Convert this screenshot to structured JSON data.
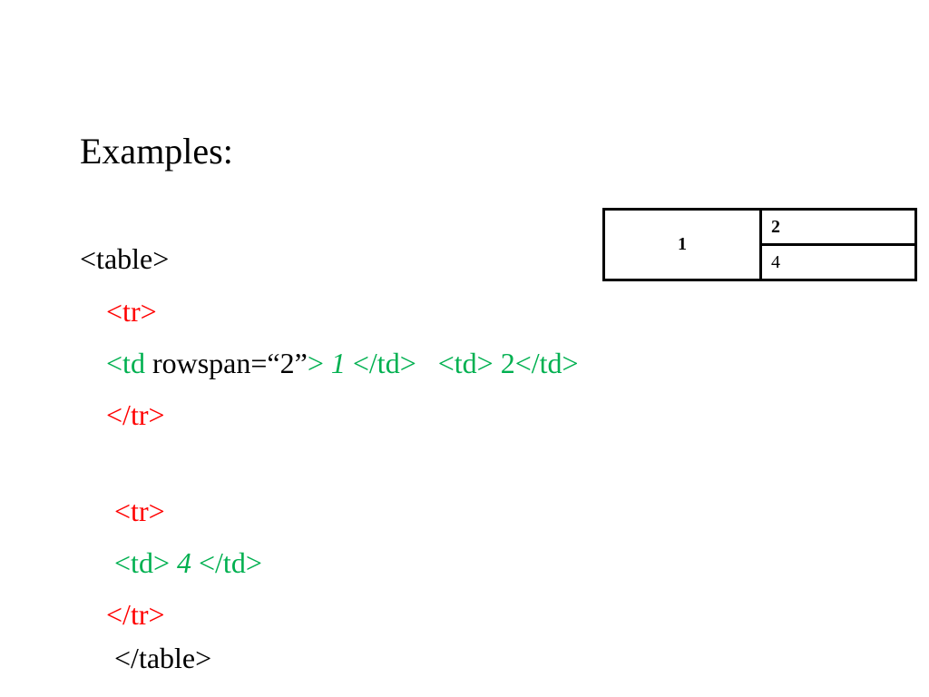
{
  "title": "Examples:",
  "code": {
    "table_open": "<table>",
    "tr_open_1": "<tr>",
    "td_open_1": "<td",
    "rowspan_attr": " rowspan=“2”",
    "td_close_bracket_1": ">",
    "val_1": " 1",
    "td_end_1": " </td>",
    "td_pair_2": "   <td> 2</td>",
    "tr_close_1": "</tr>",
    "tr_open_2": "<tr>",
    "td_open_4": "<td>",
    "val_4": " 4",
    "td_end_4": " </td>",
    "tr_close_2": "</tr>",
    "table_close": "</table>"
  },
  "rendered_table": {
    "cell_1": "1",
    "cell_2": "2",
    "cell_4": "4"
  }
}
